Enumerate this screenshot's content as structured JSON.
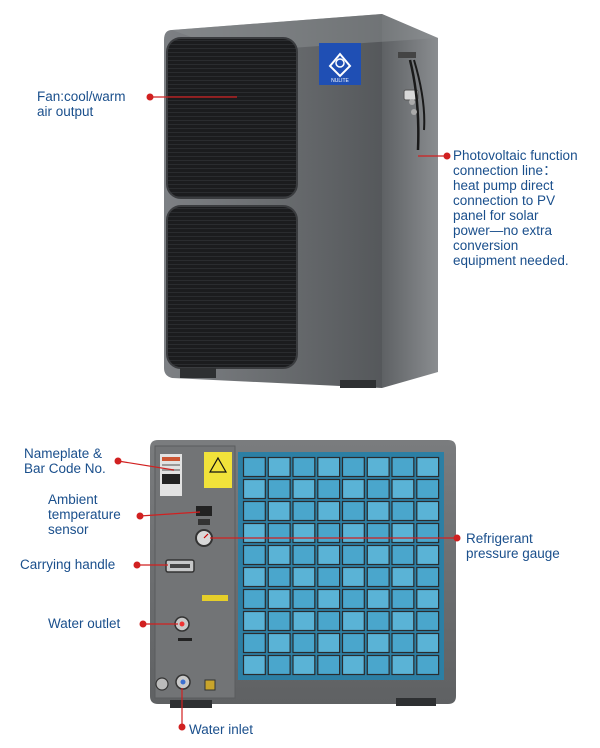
{
  "brand": {
    "name": "NULITE"
  },
  "colors": {
    "label_text": "#1a4f8c",
    "leader_line": "#d12020",
    "dot": "#d12020",
    "unit_body": "#6f7275",
    "grille": "#1b1c1e",
    "logo_bg": "#1f4fb4",
    "coil_blue": "#3d9fc4"
  },
  "front_view": {
    "callouts": [
      {
        "id": "fan",
        "text": "Fan:cool/warm\nair output"
      },
      {
        "id": "pv",
        "text": "Photovoltaic function\nconnection line：\nheat pump direct\nconnection to PV\npanel for solar\npower—no extra\nconversion\nequipment needed."
      }
    ]
  },
  "back_view": {
    "callouts": [
      {
        "id": "nameplate",
        "text": "Nameplate &\nBar Code No."
      },
      {
        "id": "ambient",
        "text": "Ambient\ntemperature\nsensor"
      },
      {
        "id": "handle",
        "text": "Carrying handle"
      },
      {
        "id": "outlet",
        "text": "Water outlet"
      },
      {
        "id": "gauge",
        "text": "Refrigerant\npressure gauge"
      },
      {
        "id": "inlet",
        "text": "Water inlet"
      }
    ]
  }
}
